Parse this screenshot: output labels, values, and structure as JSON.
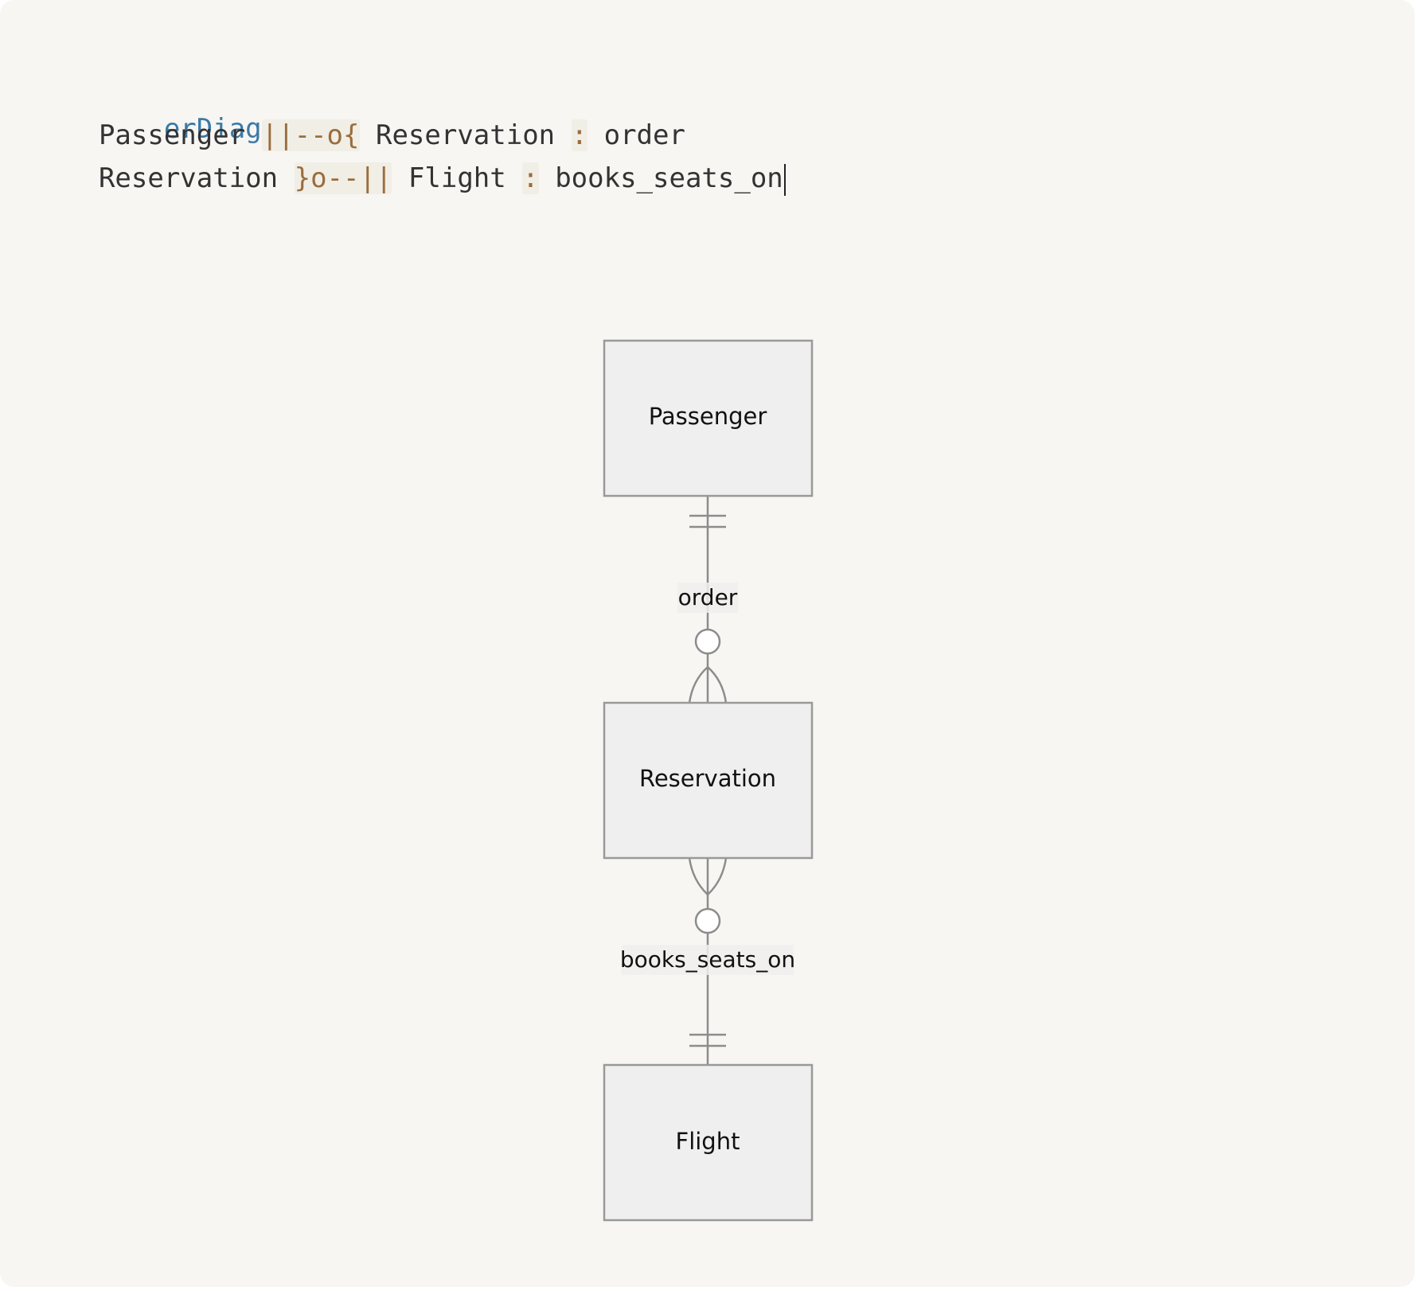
{
  "code": {
    "keyword": "erDiagram",
    "lines": [
      {
        "indent": "  ",
        "left": "Passenger",
        "op": "||--o{",
        "right": "Reservation",
        "colon": ":",
        "label": "order"
      },
      {
        "indent": "  ",
        "left": "Reservation",
        "op": "}o--||",
        "right": "Flight",
        "colon": ":",
        "label": "books_seats_on"
      }
    ]
  },
  "diagram": {
    "entities": [
      {
        "name": "Passenger"
      },
      {
        "name": "Reservation"
      },
      {
        "name": "Flight"
      }
    ],
    "relationships": [
      {
        "from": "Passenger",
        "to": "Reservation",
        "label": "order",
        "from_cardinality": "exactly-one",
        "to_cardinality": "zero-or-more"
      },
      {
        "from": "Reservation",
        "to": "Flight",
        "label": "books_seats_on",
        "from_cardinality": "zero-or-more",
        "to_cardinality": "exactly-one"
      }
    ]
  },
  "colors": {
    "background": "#f7f6f3",
    "keyword": "#3b7aa8",
    "operator": "#9a6d3d",
    "text": "#333333",
    "entity_fill": "#efefef",
    "stroke": "#999999"
  }
}
